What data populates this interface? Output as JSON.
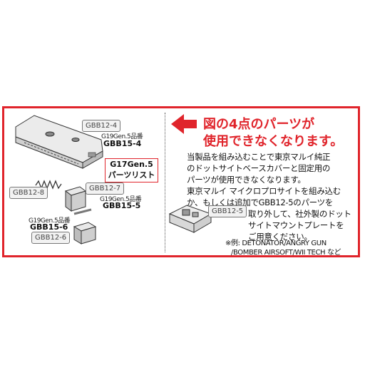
{
  "parts": {
    "cover": {
      "code": "GBB12-4",
      "sub": "G19Gen.5品番",
      "alt": "GBB15-4"
    },
    "spring": {
      "code": "GBB12-8"
    },
    "plate": {
      "code": "GBB12-7",
      "sub": "G19Gen.5品番",
      "alt": "GBB15-5"
    },
    "block": {
      "code": "GBB12-6",
      "sub": "G19Gen.5品番",
      "alt": "GBB15-6"
    },
    "mount": {
      "code": "GBB12-5"
    }
  },
  "list_label": {
    "line1": "G17Gen.5",
    "line2": "パーツリスト"
  },
  "headline": {
    "line1": "図の4点のパーツが",
    "line2": "使用できなくなります。"
  },
  "body_lines": [
    "当製品を組み込むことで東京マルイ純正",
    "のドットサイトベースカバーと固定用の",
    "パーツが使用できなくなります。",
    "東京マルイ マイクロプロサイトを組み込む",
    "か、もしくは追加でGBB12-5のパーツを"
  ],
  "body_lines_right": [
    "取り外して、社外製のドット",
    "サイトマウントプレートを",
    "ご用意ください。"
  ],
  "example": {
    "line1": "※例: DETONATOR/ANGRY GUN",
    "line2": "/BOMBER AIRSOFT/WII TECH など"
  },
  "colors": {
    "accent": "#e0242b",
    "tag_bg": "#f2f2f2",
    "part_fill": "#e8e8e8"
  }
}
